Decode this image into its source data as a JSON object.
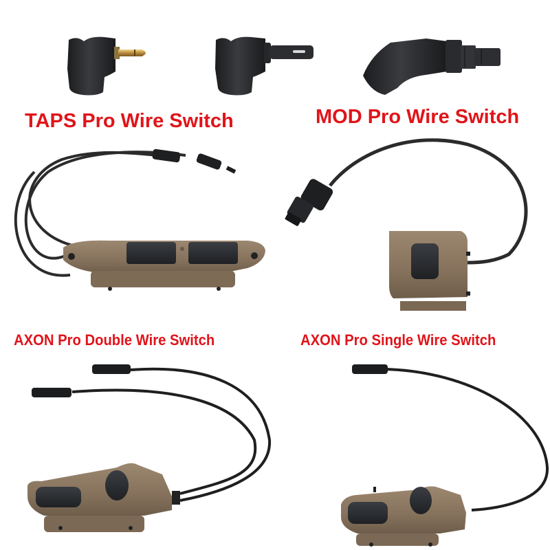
{
  "labels": {
    "taps": "TAPS Pro Wire Switch",
    "mod": "MOD Pro Wire Switch",
    "axon_double": "AXON Pro Double Wire Switch",
    "axon_single": "AXON Pro Single Wire Switch"
  },
  "colors": {
    "label_red": "#e0141a",
    "tan_body": "#8a7660",
    "tan_dark": "#6f5f4c",
    "button_black": "#2a2c2f",
    "cable_black": "#2b2b2b",
    "plug_gold": "#c9a24a"
  },
  "products": [
    {
      "id": "taps-plug-35mm",
      "icon": "right-angle-plug-gold-jack"
    },
    {
      "id": "taps-plug-pin",
      "icon": "right-angle-plug-pin"
    },
    {
      "id": "mod-plug",
      "icon": "angled-mod-connector"
    },
    {
      "id": "axon-double-rail",
      "icon": "dual-button-rail-switch"
    },
    {
      "id": "axon-single-rail",
      "icon": "single-button-rail-switch"
    },
    {
      "id": "axon-pro-double",
      "icon": "axon-pressure-switch-two-cables"
    },
    {
      "id": "axon-pro-single",
      "icon": "axon-pressure-switch-one-cable"
    }
  ]
}
